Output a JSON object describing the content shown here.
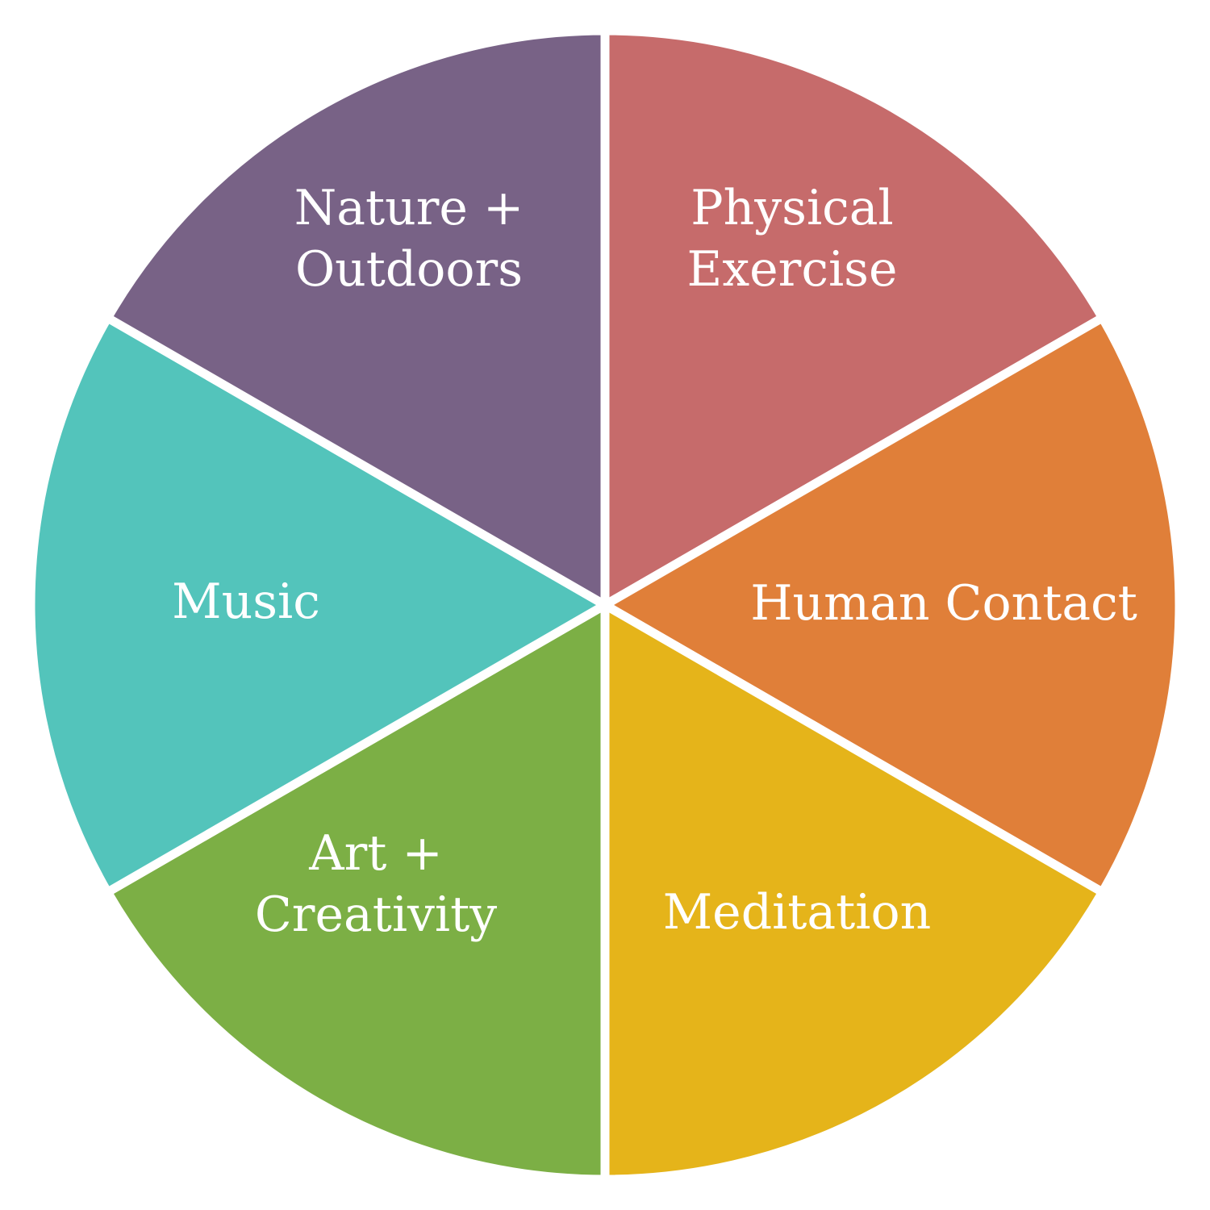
{
  "chart_data": {
    "type": "pie",
    "start_at": "top",
    "direction": "clockwise",
    "legend": "none",
    "values": [
      1,
      1,
      1,
      1,
      1,
      1
    ],
    "slices": [
      {
        "name": "Physical Exercise",
        "label_lines": [
          "Physical",
          "Exercise"
        ],
        "value": 1,
        "color": "#C66B6B"
      },
      {
        "name": "Human Contact",
        "label_lines": [
          "Human Contact"
        ],
        "value": 1,
        "color": "#E07F39"
      },
      {
        "name": "Meditation",
        "label_lines": [
          "Meditation"
        ],
        "value": 1,
        "color": "#E5B41A"
      },
      {
        "name": "Art + Creativity",
        "label_lines": [
          "Art +",
          "Creativity"
        ],
        "value": 1,
        "color": "#7CAF45"
      },
      {
        "name": "Music",
        "label_lines": [
          "Music"
        ],
        "value": 1,
        "color": "#53C4BB"
      },
      {
        "name": "Nature + Outdoors",
        "label_lines": [
          "Nature +",
          "Outdoors"
        ],
        "value": 1,
        "color": "#786286"
      }
    ]
  }
}
